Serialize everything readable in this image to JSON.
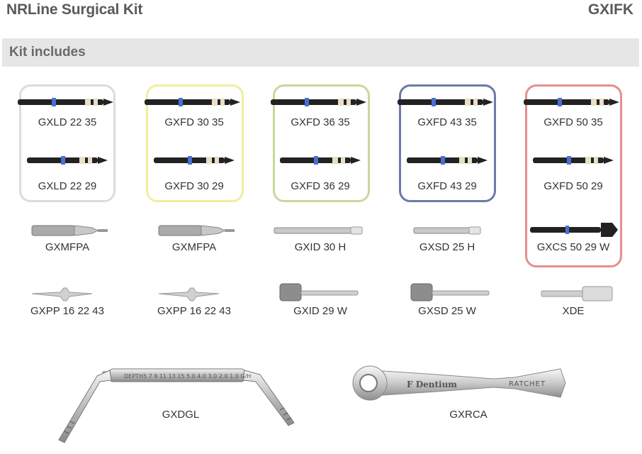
{
  "header": {
    "title": "NRLine Surgical Kit",
    "code": "GXIFK"
  },
  "section": {
    "title": "Kit includes"
  },
  "group_colors": [
    "#dcdcdc",
    "#f1ee9e",
    "#c7d99b",
    "#6c7aa9",
    "#e58f8f"
  ],
  "items": [
    [
      "GXLD 22 35",
      "GXFD 30 35",
      "GXFD 36 35",
      "GXFD 43 35",
      "GXFD 50 35"
    ],
    [
      "GXLD 22 29",
      "GXFD 30 29",
      "GXFD 36 29",
      "GXFD 43 29",
      "GXFD 50 29"
    ],
    [
      "GXMFPA",
      "GXMFPA",
      "GXID 30 H",
      "GXSD 25 H",
      "GXCS 50 29 W"
    ],
    [
      "GXPP 16 22 43",
      "GXPP 16 22 43",
      "GXID 29 W",
      "GXSD 25 W",
      "XDE"
    ]
  ],
  "large_items": {
    "depth_gauge": {
      "label": "GXDGL",
      "engraving": "DEPTH5 7 9 11 13 15   5.0 4.0 3.0 2.0 1.0 G/H"
    },
    "ratchet": {
      "label": "GXRCA",
      "brand": "F Dentium",
      "text": "RATCHET"
    }
  }
}
